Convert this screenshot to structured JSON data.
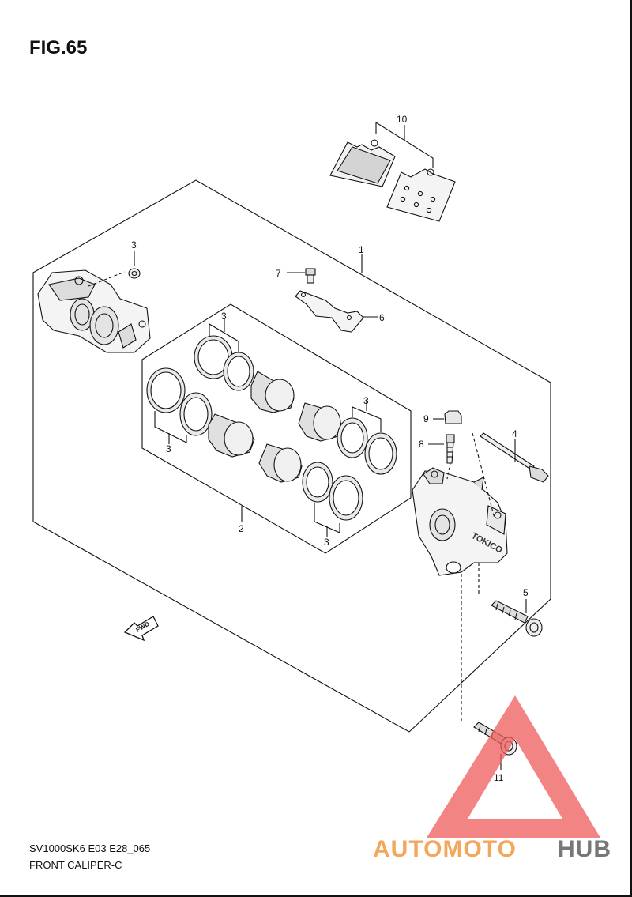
{
  "figure": {
    "title": "FIG.65",
    "code": "SV1000SK6 E03 E28_065",
    "name": "FRONT CALIPER-C"
  },
  "callouts": [
    "1",
    "2",
    "3",
    "4",
    "5",
    "6",
    "7",
    "8",
    "9",
    "10",
    "11"
  ],
  "direction_marker": {
    "label": "FWD"
  },
  "caliper_marking": "TOKICO",
  "watermark": {
    "text_a": "AUTOMOTO",
    "text_b": "HUB",
    "color_a": "#f4a65a",
    "color_b": "#777777",
    "logo_color": "#ef5b5b"
  }
}
